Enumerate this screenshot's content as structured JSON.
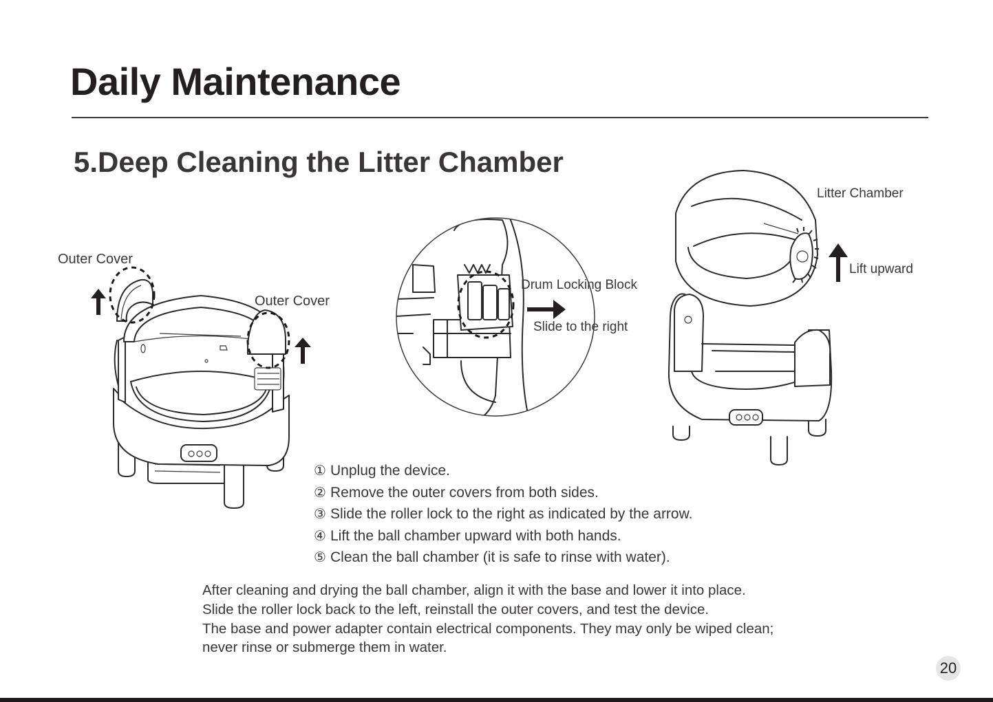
{
  "header": {
    "title": "Daily Maintenance",
    "section_title": "5.Deep Cleaning the Litter Chamber"
  },
  "figure_labels": {
    "outer_cover_left": "Outer Cover",
    "outer_cover_right": "Outer Cover",
    "drum_locking_block": "Drum Locking Block",
    "slide_to_right": "Slide to the right",
    "litter_chamber": "Litter Chamber",
    "lift_upward": "Lift upward"
  },
  "steps": [
    {
      "num": "①",
      "text": "Unplug the device."
    },
    {
      "num": "②",
      "text": "Remove the outer covers from both sides."
    },
    {
      "num": "③",
      "text": "Slide the roller lock to the right as indicated by the arrow."
    },
    {
      "num": "④",
      "text": "Lift the ball chamber upward with both hands."
    },
    {
      "num": "⑤",
      "text": "Clean the ball chamber (it is safe to rinse with water)."
    }
  ],
  "notes": [
    "After cleaning and drying the ball chamber, align it with the base and lower it into place.",
    "Slide the roller lock back to the left, reinstall the outer covers, and test the device.",
    "The base and power adapter contain electrical components. They may only be wiped clean;",
    "never rinse or submerge them in water."
  ],
  "page_number": "20",
  "icons": [
    "arrow-up-icon",
    "arrow-right-icon"
  ]
}
